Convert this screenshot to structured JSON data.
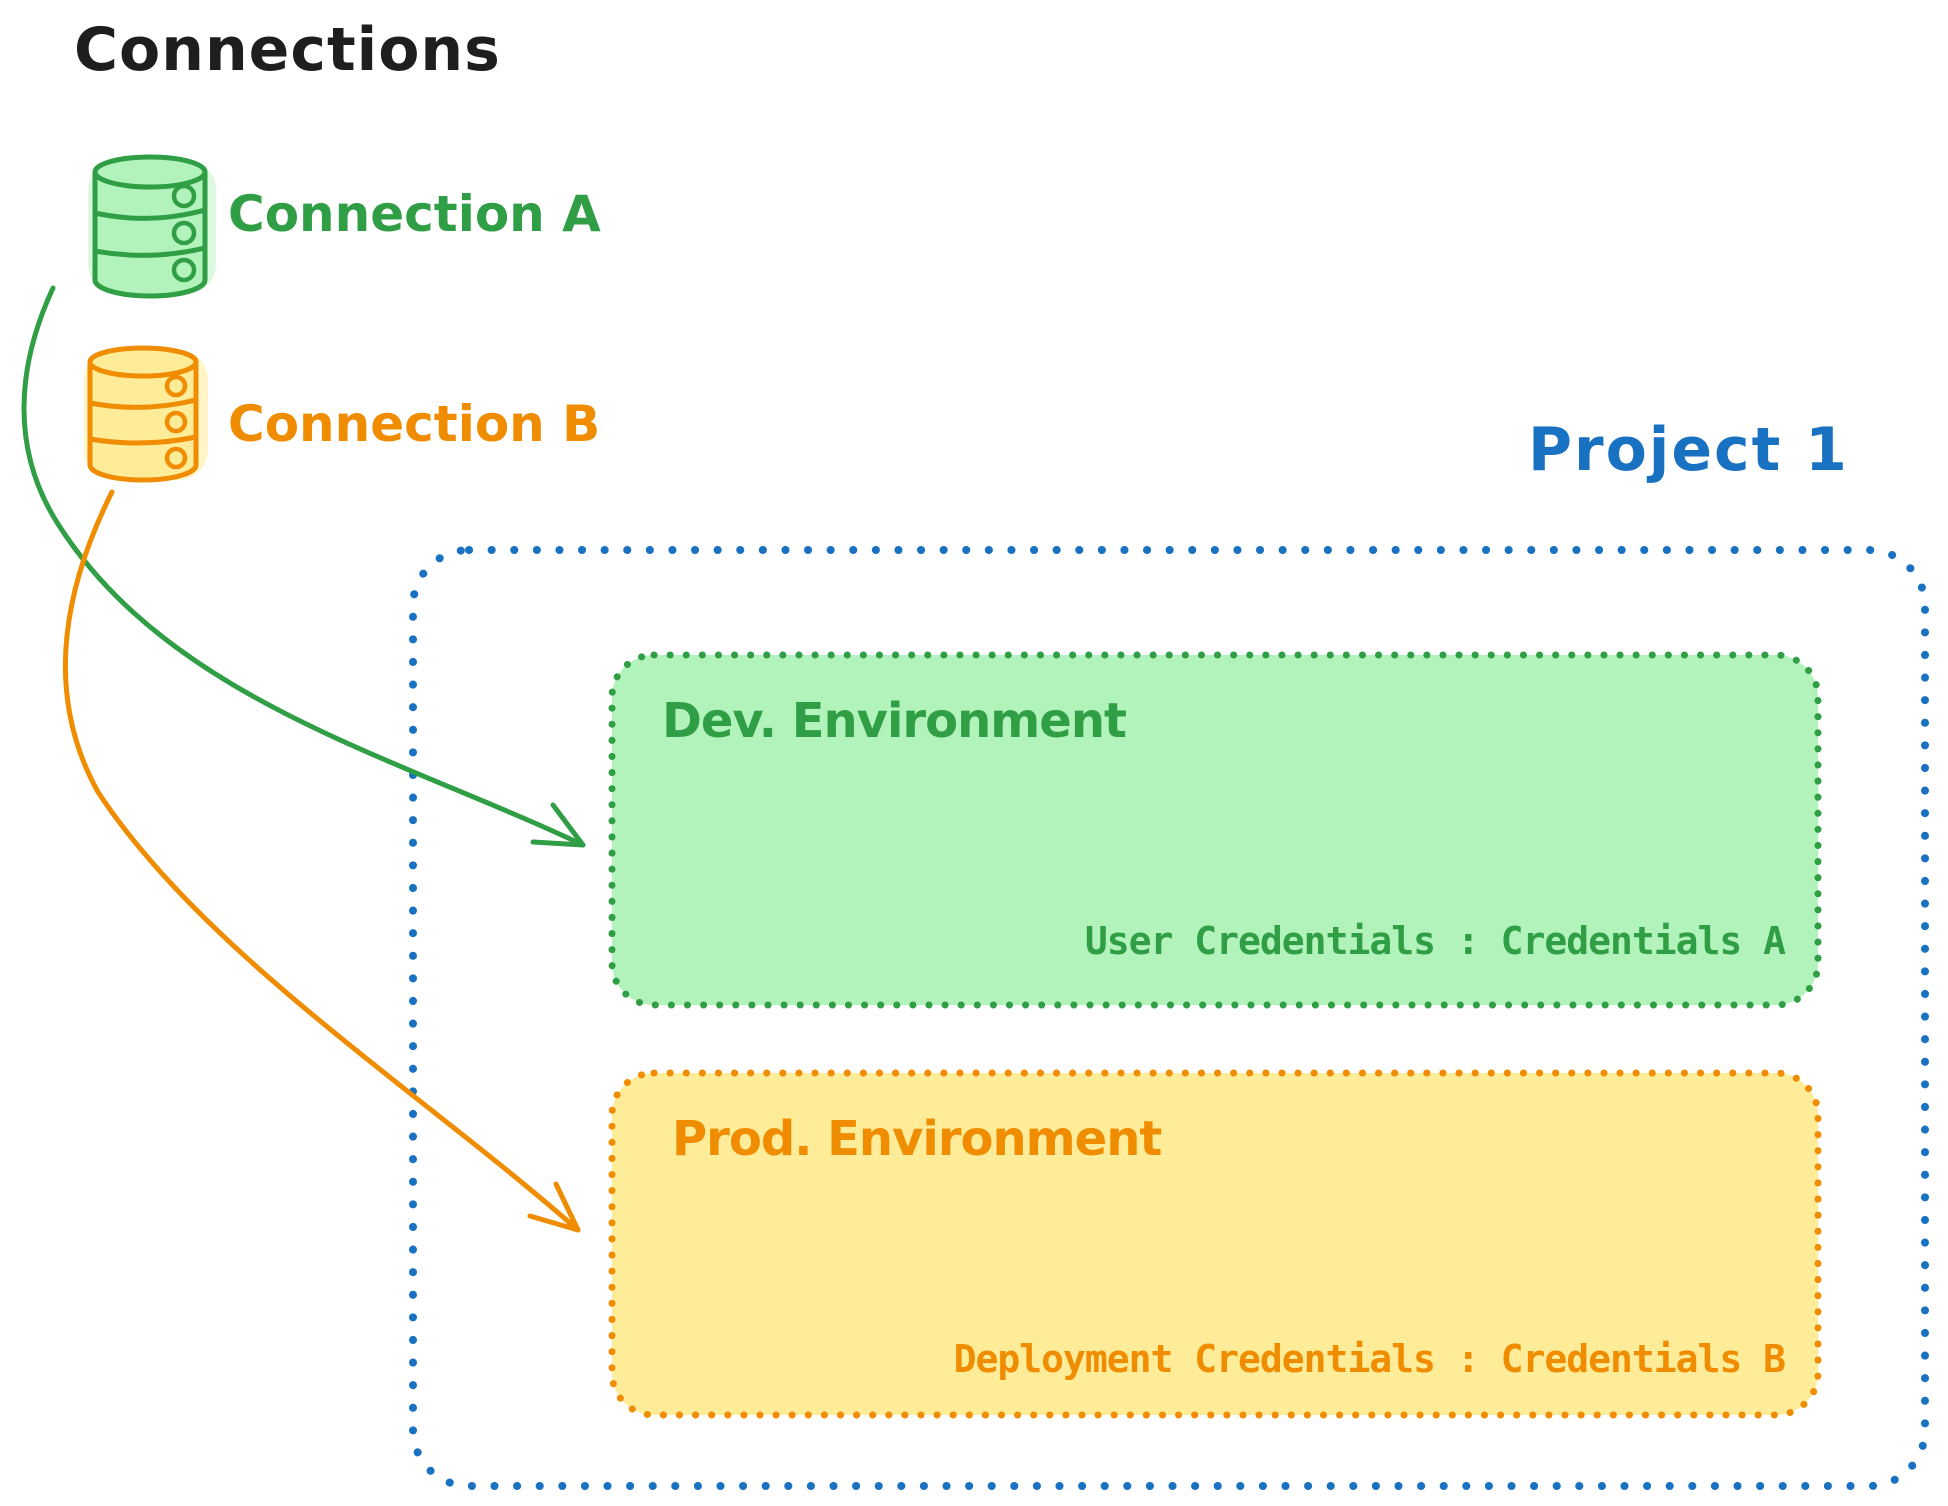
{
  "heading": "Connections",
  "colors": {
    "black": "#1e1e1e",
    "green_stroke": "#2f9e44",
    "green_fill": "#b2f2bb",
    "orange_stroke": "#f08c00",
    "orange_fill": "#ffec99",
    "blue": "#1971c2"
  },
  "connections": [
    {
      "label": "Connection A",
      "icon": "database-icon",
      "color": "#2f9e44"
    },
    {
      "label": "Connection B",
      "icon": "database-icon",
      "color": "#f08c00"
    }
  ],
  "project": {
    "title": "Project 1",
    "border_color": "#1971c2",
    "environments": [
      {
        "name": "Dev. Environment",
        "credentials_label": "User Credentials : Credentials A",
        "stroke": "#2f9e44",
        "fill": "#b2f2bb"
      },
      {
        "name": "Prod. Environment",
        "credentials_label": "Deployment Credentials : Credentials B",
        "stroke": "#f08c00",
        "fill": "#ffec99"
      }
    ]
  },
  "arrows": [
    {
      "from": "Connection A",
      "to": "Dev. Environment",
      "color": "#2f9e44"
    },
    {
      "from": "Connection B",
      "to": "Prod. Environment",
      "color": "#f08c00"
    }
  ]
}
